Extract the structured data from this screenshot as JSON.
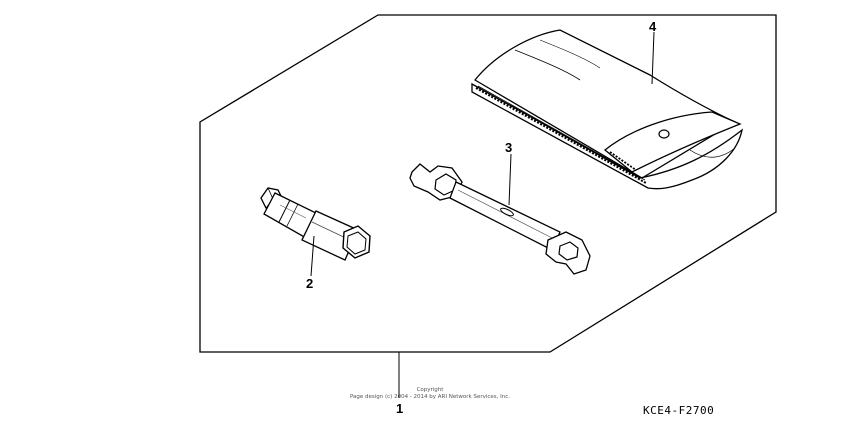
{
  "callouts": {
    "one": "1",
    "two": "2",
    "three": "3",
    "four": "4"
  },
  "copyright": {
    "line1": "Copyright",
    "line2": "Page design (c) 2004 - 2014 by ARI Network Services, Inc."
  },
  "diagram_code": "KCE4-F2700",
  "colors": {
    "line": "#000000",
    "background": "#ffffff"
  }
}
